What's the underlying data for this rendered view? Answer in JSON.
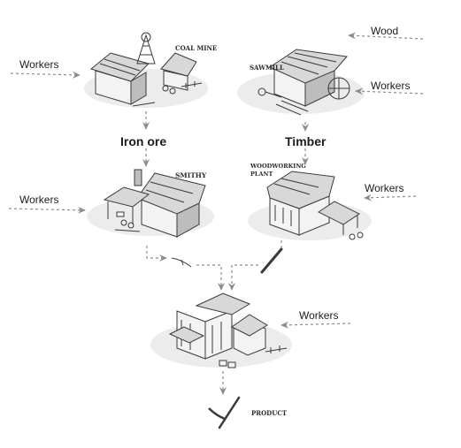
{
  "labels": {
    "coal_mine": "COAL MINE",
    "sawmill": "SAWMILL",
    "smithy": "SMITHY",
    "woodworking_line1": "WOODWORKING",
    "woodworking_line2": "PLANT",
    "product": "PRODUCT"
  },
  "inputs": {
    "workers": "Workers",
    "wood": "Wood"
  },
  "outputs": {
    "iron_ore": "Iron ore",
    "timber": "Timber"
  },
  "colors": {
    "ink": "#3a3a3a",
    "arrow": "#8c8c8c"
  }
}
